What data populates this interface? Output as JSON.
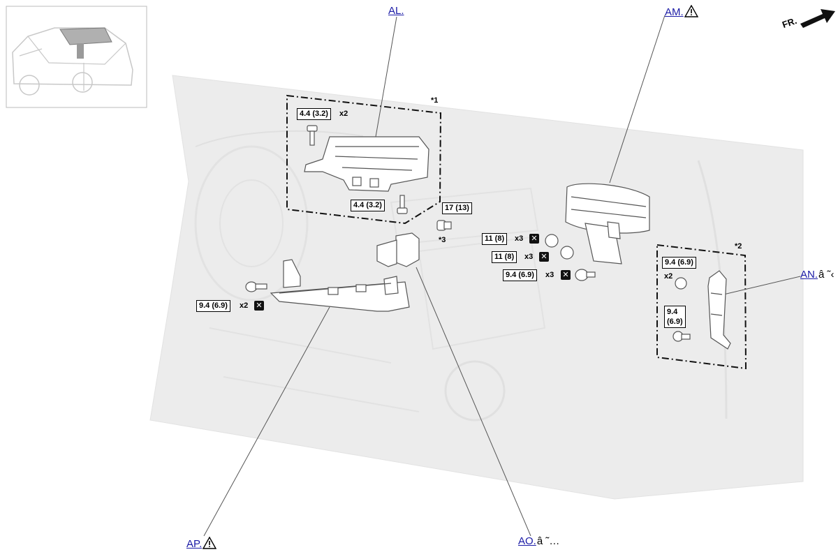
{
  "callouts": {
    "al": {
      "label": "AL.",
      "tail": ""
    },
    "am": {
      "label": "AM.",
      "tail": ""
    },
    "an": {
      "label": "AN.",
      "tail": "â ˜‹"
    },
    "ao": {
      "label": "AO.",
      "tail": "â ˜…"
    },
    "ap": {
      "label": "AP.",
      "tail": ""
    }
  },
  "torques": {
    "t1": "4.4 (3.2)",
    "t2": "4.4 (3.2)",
    "t3": "17 (13)",
    "t4": "11 (8)",
    "t5": "11 (8)",
    "t6": "9.4 (6.9)",
    "t7": "9.4 (6.9)",
    "t8": "9.4 (6.9)",
    "t9a": "9.4",
    "t9b": "(6.9)"
  },
  "quantities": {
    "x2": "x2",
    "x3": "x3"
  },
  "notes": {
    "n1": "*1",
    "n2": "*2",
    "n3": "*3"
  },
  "direction": {
    "label": "FR."
  },
  "icons": {
    "warning": "warning-triangle-icon",
    "non_reusable": "x-box-icon",
    "front": "front-arrow-icon"
  }
}
